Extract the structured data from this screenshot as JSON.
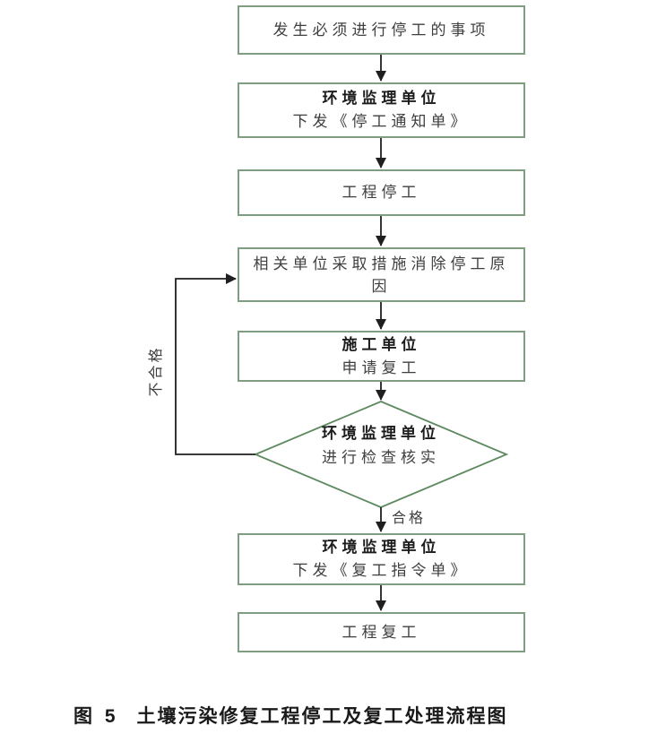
{
  "figure": {
    "caption_number": "图 5",
    "caption_title": "土壤污染修复工程停工及复工处理流程图"
  },
  "nodes": {
    "event": {
      "label": "发生必须进行停工的事项"
    },
    "stop_notice": {
      "title": "环境监理单位",
      "subtitle": "下发《停工通知单》"
    },
    "project_stop": {
      "label": "工程停工"
    },
    "eliminate_cause": {
      "label": "相关单位采取措施消除停工原因"
    },
    "apply_resume": {
      "title": "施工单位",
      "subtitle": "申请复工"
    },
    "verify": {
      "title": "环境监理单位",
      "subtitle": "进行检查核实"
    },
    "resume_order": {
      "title": "环境监理单位",
      "subtitle": "下发《复工指令单》"
    },
    "project_resume": {
      "label": "工程复工"
    }
  },
  "edge_labels": {
    "pass": "合格",
    "fail": "不合格"
  },
  "colors": {
    "node_border": "#7f9d81",
    "diamond_border": "#5d8a5f",
    "arrow": "#1f1f1f",
    "text": "#3f3f3f",
    "bold_text": "#1c1c1c"
  }
}
